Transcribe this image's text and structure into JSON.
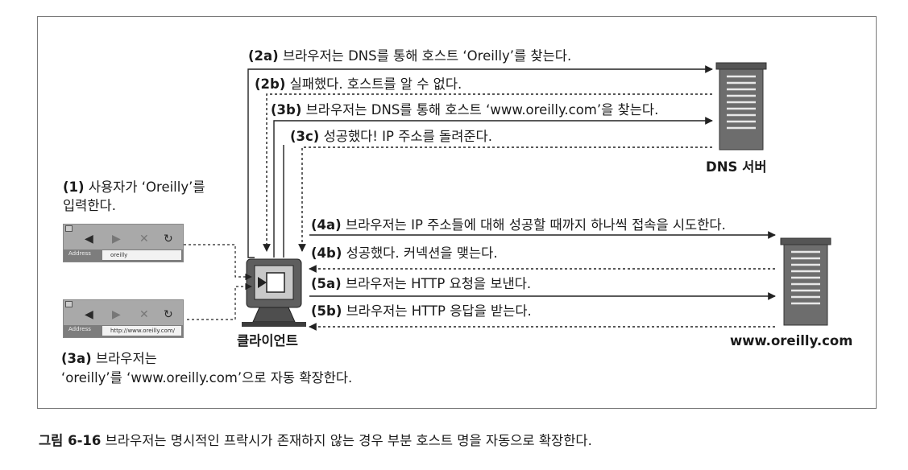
{
  "steps": {
    "s2a": {
      "num": "(2a)",
      "text": " 브라우저는 DNS를 통해 호스트 ‘Oreilly’를 찾는다."
    },
    "s2b": {
      "num": "(2b)",
      "text": " 실패했다. 호스트를 알 수 없다."
    },
    "s3b": {
      "num": "(3b)",
      "text": " 브라우저는 DNS를 통해 호스트 ‘www.oreilly.com’을 찾는다."
    },
    "s3c": {
      "num": "(3c)",
      "text": " 성공했다! IP 주소를 돌려준다."
    },
    "s4a": {
      "num": "(4a)",
      "text": " 브라우저는 IP 주소들에 대해 성공할 때까지 하나씩 접속을 시도한다."
    },
    "s4b": {
      "num": "(4b)",
      "text": " 성공했다. 커넥션을 맺는다."
    },
    "s5a": {
      "num": "(5a)",
      "text": " 브라우저는 HTTP 요청을 보낸다."
    },
    "s5b": {
      "num": "(5b)",
      "text": " 브라우저는 HTTP 응답을 받는다."
    },
    "s1": {
      "num": "(1)",
      "line1": " 사용자가 ‘Oreilly’를",
      "line2": "입력한다."
    },
    "s3a": {
      "num": "(3a)",
      "line1": " 브라우저는",
      "line2": "‘oreilly’를 ‘www.oreilly.com’으로 자동 확장한다."
    }
  },
  "nodes": {
    "dns_server": "DNS 서버",
    "client": "클라이언트",
    "web_server": "www.oreilly.com"
  },
  "browsers": {
    "top": {
      "address_label": "Address",
      "address_value": "oreilly"
    },
    "bottom": {
      "address_label": "Address",
      "address_value": "http://www.oreilly.com/"
    }
  },
  "caption": {
    "label": "그림 6-16",
    "text": " 브라우저는 명시적인 프락시가 존재하지 않는 경우 부분 호스트 명을 자동으로 확장한다."
  }
}
